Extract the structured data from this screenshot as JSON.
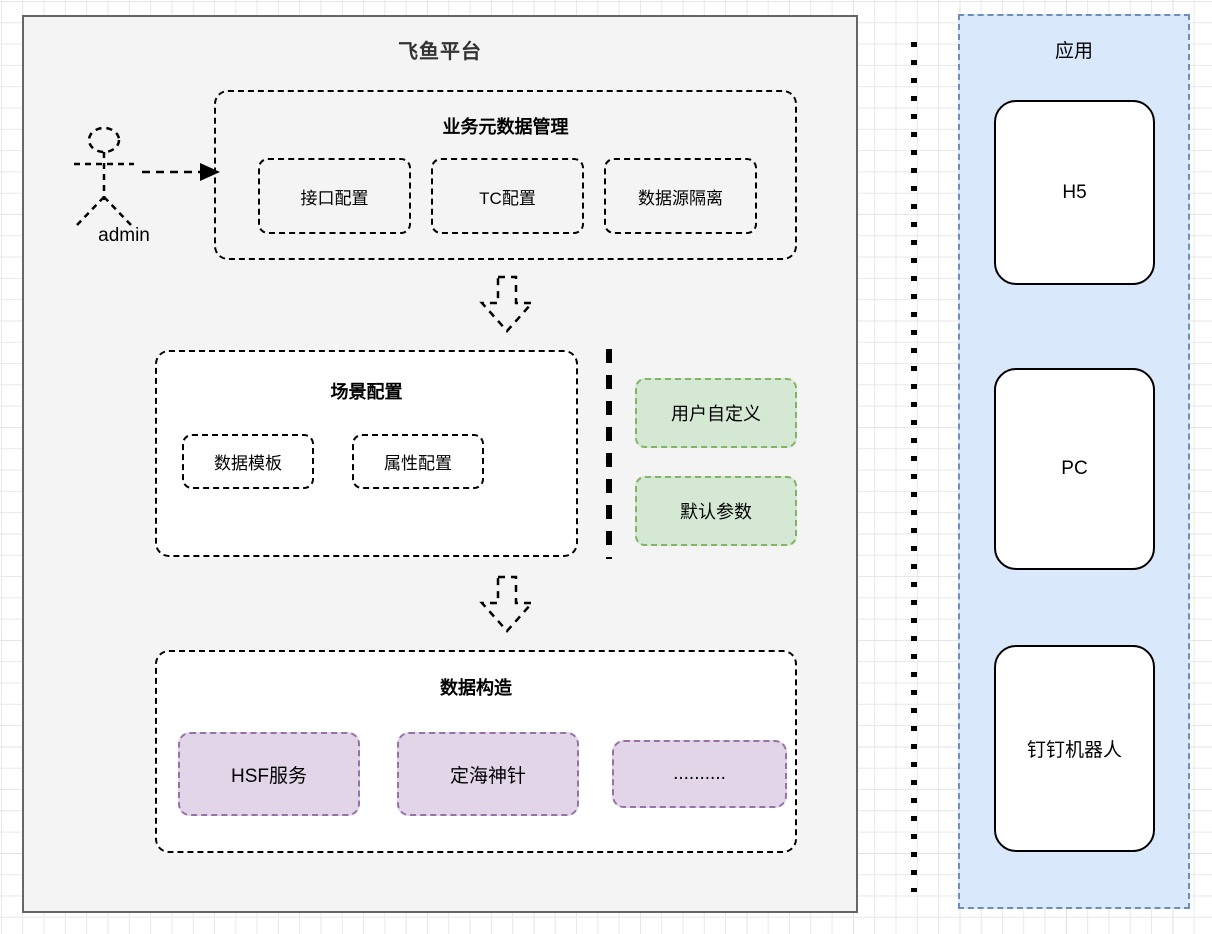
{
  "platform": {
    "title": "飞鱼平台",
    "actor": {
      "label": "admin",
      "icon": "uml-actor-icon"
    },
    "sections": [
      {
        "id": "business-meta-data-management",
        "title": "业务元数据管理",
        "chips": [
          "接口配置",
          "TC配置",
          "数据源隔离"
        ]
      },
      {
        "id": "scene-configuration",
        "title": "场景配置",
        "chips": [
          "数据模板",
          "属性配置"
        ]
      },
      {
        "id": "data-construction",
        "title": "数据构造",
        "chips": [
          "HSF服务",
          "定海神针",
          ".........."
        ]
      }
    ],
    "options": [
      {
        "label": "用户自定义"
      },
      {
        "label": "默认参数"
      }
    ]
  },
  "application_panel": {
    "title": "应用",
    "boxes": [
      "H5",
      "PC",
      "钉钉机器人"
    ]
  },
  "colors": {
    "platform_fill": "#f4f4f4",
    "platform_border": "#666666",
    "green_fill": "#d5e8d4",
    "green_border": "#82b366",
    "purple_fill": "#e1d5e7",
    "purple_border": "#9673a6",
    "app_fill": "#dae8fc",
    "app_border": "#6c8ebf",
    "line": "#000000"
  }
}
